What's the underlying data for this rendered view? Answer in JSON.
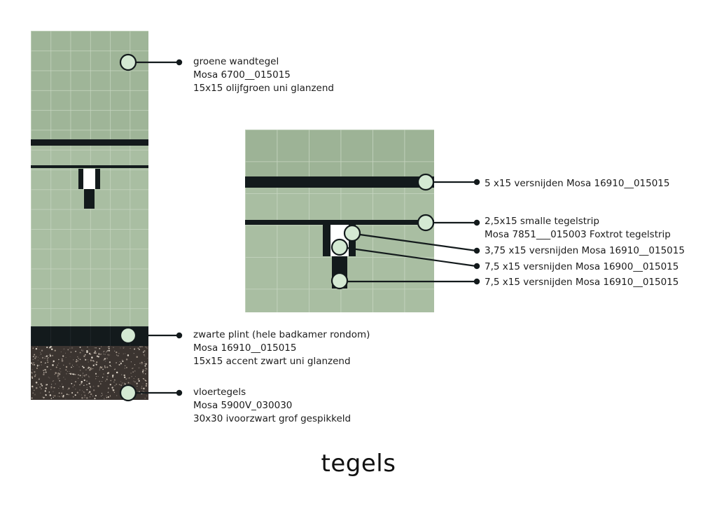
{
  "title": "tegels",
  "colors": {
    "tile_green": "#a8bc9f",
    "tile_green_dark": "#8fa486",
    "grout": "#c9d6c3",
    "accent_black": "#131a1c",
    "floor_speckle": "#3a3330",
    "marker_fill": "#d6ead6"
  },
  "labels": {
    "wandtegel": [
      "groene wandtegel",
      "Mosa 6700__015015",
      "15x15 olijfgroen uni glanzend"
    ],
    "plint": [
      "zwarte plint (hele badkamer rondom)",
      "Mosa 16910__015015",
      "15x15 accent zwart uni glanzend"
    ],
    "vloer": [
      "vloertegels",
      "Mosa 5900V_030030",
      "30x30 ivoorzwart grof gespikkeld"
    ],
    "strip5": [
      "5 x15 versnijden Mosa 16910__015015"
    ],
    "strip25": [
      "2,5x15 smalle tegelstrip",
      "Mosa 7851___015003 Foxtrot tegelstrip"
    ],
    "cut375": [
      "3,75 x15 versnijden Mosa 16910__015015"
    ],
    "cut75w": [
      "7,5 x15 versnijden Mosa 16900__015015"
    ],
    "cut75b": [
      "7,5 x15 versnijden Mosa 16910__015015"
    ]
  }
}
